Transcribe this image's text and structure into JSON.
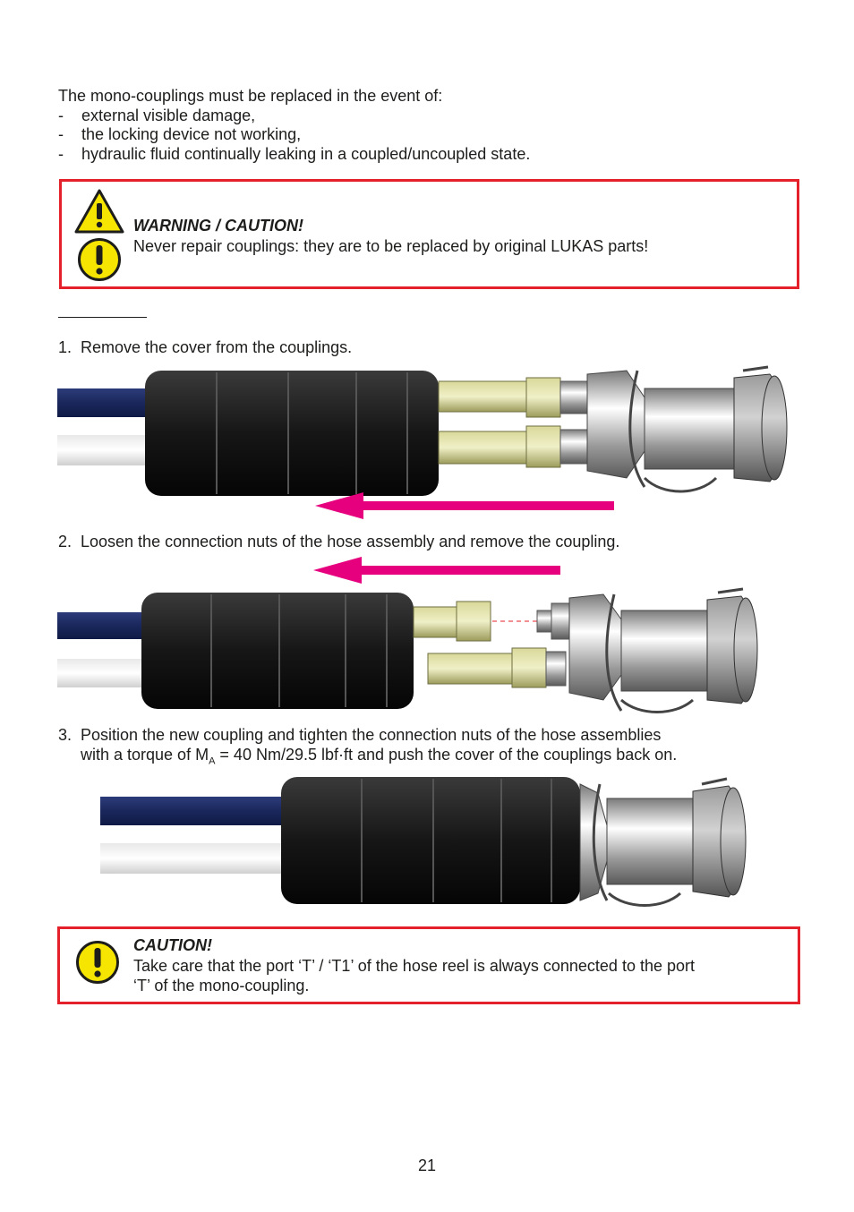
{
  "intro": {
    "lead": "The mono-couplings must be replaced in the event of:",
    "bullets": [
      "external visible damage,",
      "the locking device not working,",
      "hydraulic fluid continually leaking in a coupled/uncoupled state."
    ],
    "bullet_marker": "-"
  },
  "warning": {
    "title": "WARNING / CAUTION!",
    "text": "Never repair couplings: they are to be replaced by original LUKAS parts!",
    "icons": [
      "warning-triangle-icon",
      "exclamation-circle-icon"
    ],
    "border_color": "#e4202a"
  },
  "steps": [
    {
      "number": "1.",
      "text": "Remove the cover from the couplings."
    },
    {
      "number": "2.",
      "text": "Loosen the connection nuts of the hose assembly and remove the coupling."
    },
    {
      "number": "3.",
      "text_line1": "Position the new coupling and tighten the connection nuts of the hose assemblies",
      "text_line2_pre": "with a torque of M",
      "text_line2_sub": "A",
      "text_line2_post": " = 40 Nm/29.5 lbf·ft and push the cover of the couplings back on."
    }
  ],
  "caution": {
    "title": "CAUTION!",
    "line1": "Take care that the port ‘T’ / ‘T1’ of the hose reel is always connected to the port",
    "line2": "‘T’ of the mono-coupling.",
    "icons": [
      "exclamation-circle-icon"
    ]
  },
  "arrow_color": "#e6007e",
  "page_number": "21"
}
